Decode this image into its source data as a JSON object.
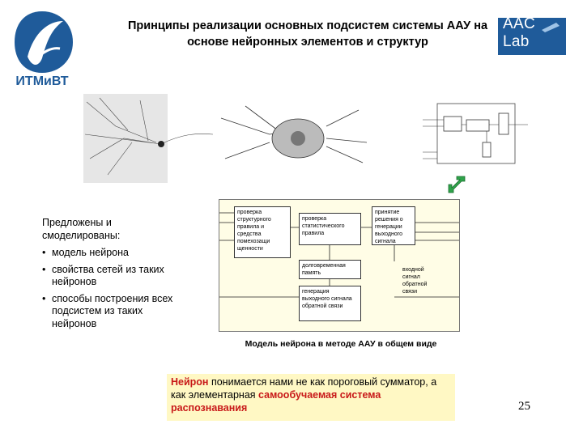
{
  "logos": {
    "left_text": "ИТМиВТ",
    "right_text": "AAC Lab"
  },
  "title": "Принципы реализации основных подсистем системы ААУ на основе нейронных элементов и структур",
  "bullets": {
    "lead": "Предложены и смоделированы:",
    "items": [
      "модель нейрона",
      "свойства сетей из таких нейронов",
      "способы построения всех подсистем из таких нейронов"
    ]
  },
  "model": {
    "caption": "Модель нейрона в методе ААУ в общем виде",
    "blocks": {
      "structural_check": "проверка структурного правила и средства помехозащи щенности",
      "statistical_check": "проверка статистического правила",
      "decision": "принятие решения о генерации выходного сигнала",
      "long_term_memory": "долговременная память",
      "feedback_generation": "генерация выходного сигнала обратной связи",
      "feedback_input": "входной сигнал обратной связи"
    }
  },
  "note": {
    "highlight_start": "Нейрон",
    "text_mid": " понимается нами не как пороговый сумматор, а как элементарная ",
    "highlight_end": "самообучаемая система распознавания"
  },
  "page_number": "25",
  "colors": {
    "logo_blue": "#1f5b9a",
    "highlight_red": "#c81818",
    "note_bg": "#fff8c4",
    "box_bg": "#fffde6"
  }
}
